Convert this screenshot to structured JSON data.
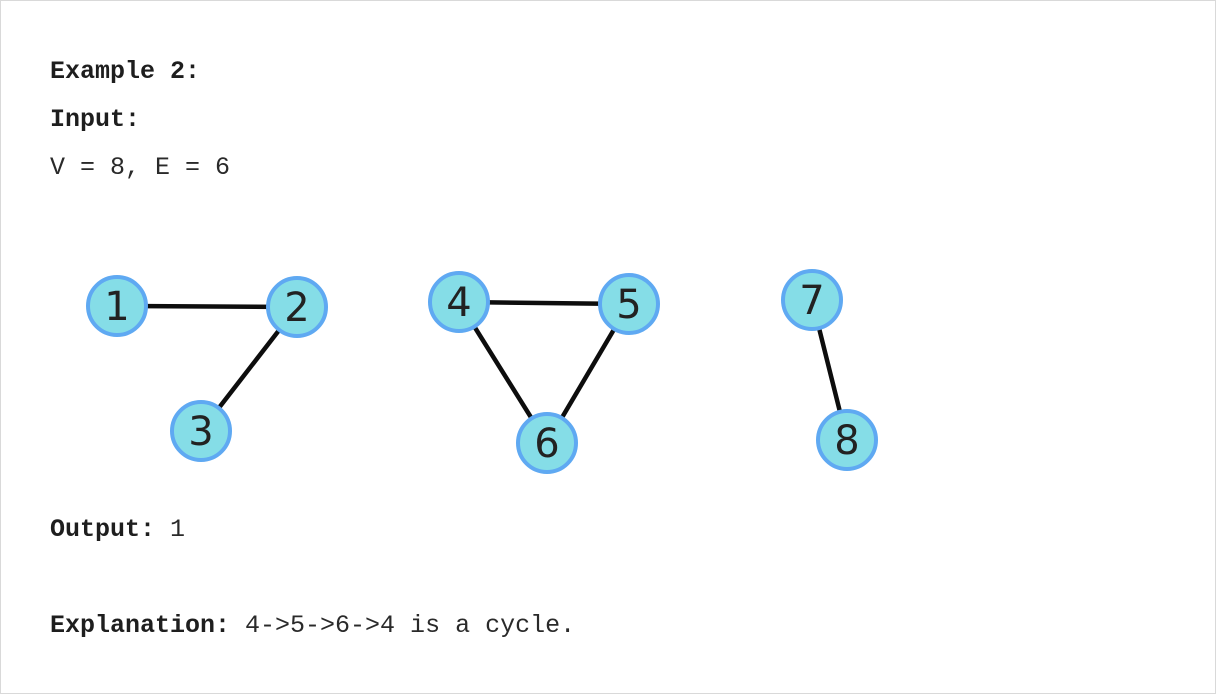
{
  "example": {
    "title": "Example 2:",
    "input_label": "Input:",
    "params": "V = 8, E = 6",
    "output_label": "Output:",
    "output_value": " 1",
    "explanation_label": "Explanation:",
    "explanation_text": " 4->5->6->4 is a cycle."
  },
  "graph": {
    "nodes": [
      {
        "id": "1",
        "label": "1"
      },
      {
        "id": "2",
        "label": "2"
      },
      {
        "id": "3",
        "label": "3"
      },
      {
        "id": "4",
        "label": "4"
      },
      {
        "id": "5",
        "label": "5"
      },
      {
        "id": "6",
        "label": "6"
      },
      {
        "id": "7",
        "label": "7"
      },
      {
        "id": "8",
        "label": "8"
      }
    ],
    "edges": [
      {
        "from": "1",
        "to": "2"
      },
      {
        "from": "2",
        "to": "3"
      },
      {
        "from": "4",
        "to": "5"
      },
      {
        "from": "4",
        "to": "6"
      },
      {
        "from": "5",
        "to": "6"
      },
      {
        "from": "7",
        "to": "8"
      }
    ],
    "colors": {
      "node_fill": "#85dde7",
      "node_border": "#5fa9f2",
      "edge": "#0d0d0d"
    }
  }
}
